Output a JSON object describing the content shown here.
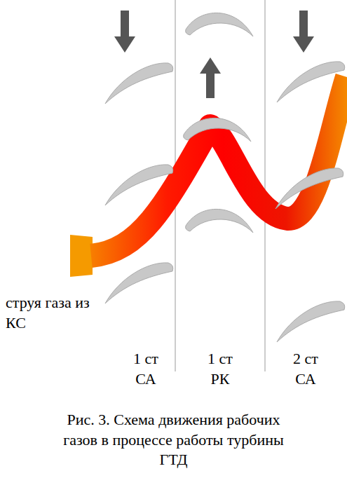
{
  "diagram": {
    "caption": "Рис. 3. Схема движения рабочих газов в процессе работы турбины ГТД",
    "labels": [
      "струя газа из КС",
      "1 ст СА",
      "1 ст РК",
      "2 ст СА"
    ]
  }
}
